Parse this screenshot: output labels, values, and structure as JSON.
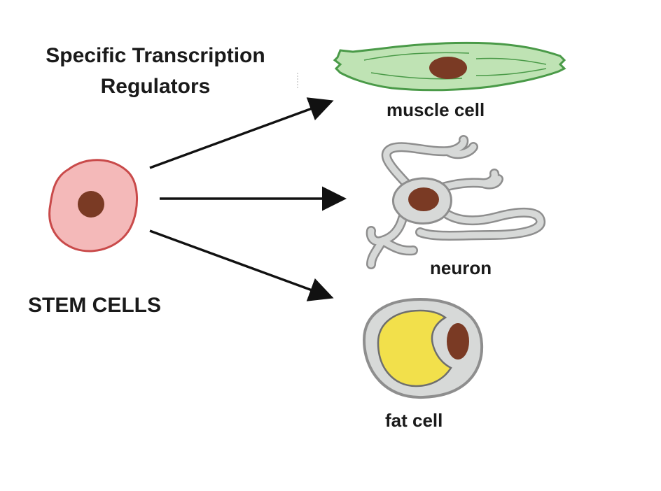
{
  "heading": {
    "line1": "Specific Transcription",
    "line2": "Regulators"
  },
  "stem_cells": {
    "label": "STEM CELLS",
    "color": "#f4b9b9",
    "outline": "#c94a4a"
  },
  "targets": [
    {
      "label": "muscle cell",
      "color": "#bfe3b4",
      "outline": "#4a9a48"
    },
    {
      "label": "neuron",
      "color": "#d7d9d8",
      "outline": "#8e8e8e"
    },
    {
      "label": "fat cell",
      "color": "#f2e04b",
      "outline": "#8e8e8e"
    }
  ],
  "nucleus_color": "#7a3a24"
}
